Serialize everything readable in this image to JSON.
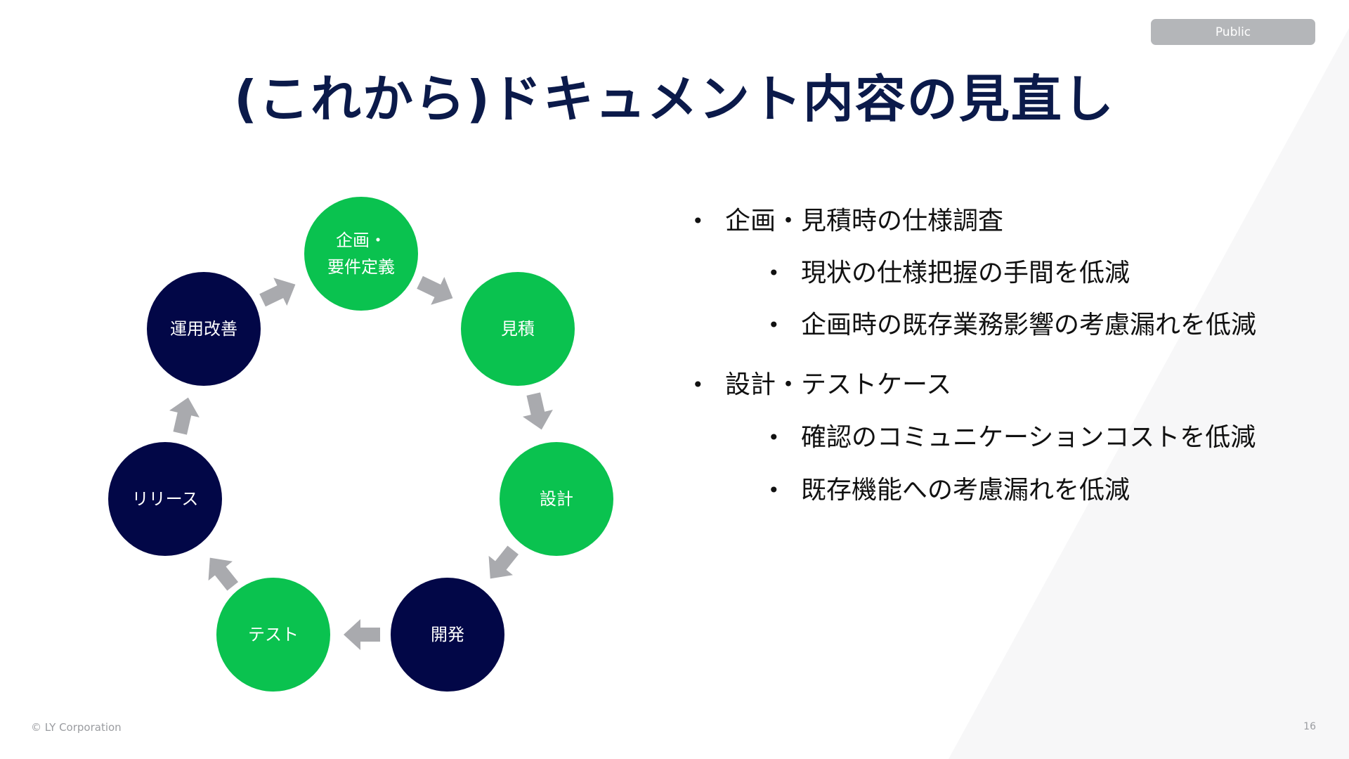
{
  "badge": "Public",
  "title": "(これから)ドキュメント内容の見直し",
  "cycle": {
    "nodes": [
      {
        "label": "企画・\n要件定義",
        "color": "green"
      },
      {
        "label": "見積",
        "color": "green"
      },
      {
        "label": "設計",
        "color": "green"
      },
      {
        "label": "開発",
        "color": "navy"
      },
      {
        "label": "テスト",
        "color": "green"
      },
      {
        "label": "リリース",
        "color": "navy"
      },
      {
        "label": "運用改善",
        "color": "navy"
      }
    ],
    "arrow_color": "#a9aaae"
  },
  "bullets": {
    "groups": [
      {
        "text": "企画・見積時の仕様調査",
        "sub": [
          "現状の仕様把握の手間を低減",
          "企画時の既存業務影響の考慮漏れを低減"
        ]
      },
      {
        "text": "設計・テストケース",
        "sub": [
          "確認のコミュニケーションコストを低減",
          "既存機能への考慮漏れを低減"
        ]
      }
    ],
    "marker": "•"
  },
  "footer": {
    "copyright": "© LY Corporation",
    "page": "16"
  },
  "colors": {
    "green": "#0ac24f",
    "navy": "#020747",
    "title": "#0b1a4a",
    "background_shape": "#f7f7f8"
  }
}
